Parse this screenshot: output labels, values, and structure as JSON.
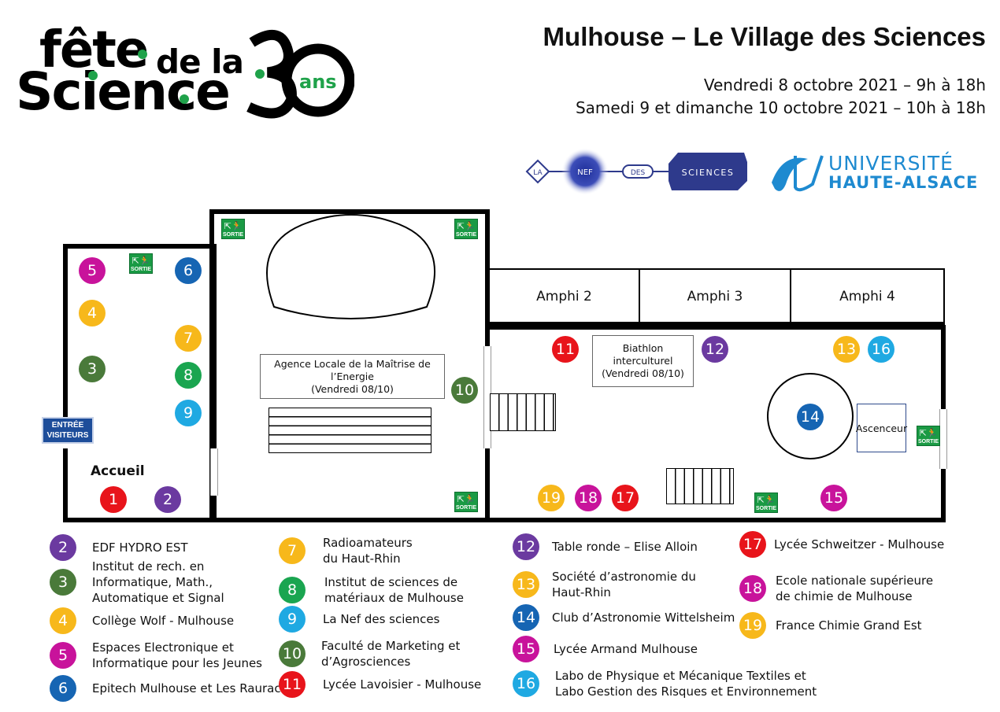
{
  "logo": {
    "line1": "fête",
    "line1b": "de la",
    "line2": "Science",
    "big_number": "30",
    "ans": "ans"
  },
  "header": {
    "title": "Mulhouse – Le Village des Sciences",
    "date1": "Vendredi 8 octobre 2021 – 9h à 18h",
    "date2": "Samedi 9 et dimanche 10 octobre 2021 – 10h à 18h"
  },
  "partners": {
    "nef": {
      "la": "LA",
      "nef": "NEF",
      "des": "DES",
      "sciences": "SCIENCES"
    },
    "uha": {
      "line1": "UNIVERSITÉ",
      "line2": "HAUTE-ALSACE"
    }
  },
  "plan": {
    "entrance": "ENTRÉE\nVISITEURS",
    "accueil": "Accueil",
    "sortie": "SORTIE",
    "ale_box": {
      "line1": "Agence Locale de la Maîtrise de l’Energie",
      "line2": "(Vendredi 08/10)"
    },
    "biathlon_box": {
      "line1": "Biathlon",
      "line2": "interculturel",
      "line3": "(Vendredi 08/10)"
    },
    "amphi2": "Amphi 2",
    "amphi3": "Amphi 3",
    "amphi4": "Amphi 4",
    "ascenseur": "Ascenceur",
    "stands": [
      "1",
      "2",
      "3",
      "4",
      "5",
      "6",
      "7",
      "8",
      "9",
      "10",
      "11",
      "12",
      "13",
      "14",
      "15",
      "16",
      "17",
      "18",
      "19"
    ]
  },
  "colors": {
    "red": "#e8141b",
    "purple": "#6b3aa0",
    "green": "#4a7a3a",
    "yellow": "#f7b81b",
    "magenta": "#c8139b",
    "blue": "#1665b3",
    "bright_green": "#1aa550",
    "cyan": "#1fa9e2",
    "logo_green": "#1fa24a",
    "nef_navy": "#2e3a8c",
    "uha_blue": "#1e8ad0"
  },
  "legend": [
    {
      "num": "2",
      "text": "EDF HYDRO EST"
    },
    {
      "num": "3",
      "text": "Institut de rech. en\nInformatique, Math.,\nAutomatique et Signal"
    },
    {
      "num": "4",
      "text": "Collège Wolf - Mulhouse"
    },
    {
      "num": "5",
      "text": "Espaces Electronique et\nInformatique pour les Jeunes"
    },
    {
      "num": "6",
      "text": "Epitech Mulhouse et Les Rauraci"
    },
    {
      "num": "7",
      "text": "Radioamateurs\ndu Haut-Rhin"
    },
    {
      "num": "8",
      "text": "Institut de sciences de\nmatériaux de Mulhouse"
    },
    {
      "num": "9",
      "text": "La Nef des sciences"
    },
    {
      "num": "10",
      "text": "Faculté de Marketing et\nd’Agrosciences"
    },
    {
      "num": "11",
      "text": "Lycée Lavoisier - Mulhouse"
    },
    {
      "num": "12",
      "text": "Table ronde – Elise Alloin"
    },
    {
      "num": "13",
      "text": "Société d’astronomie du\nHaut-Rhin"
    },
    {
      "num": "14",
      "text": "Club d’Astronomie Wittelsheim"
    },
    {
      "num": "15",
      "text": "Lycée Armand Mulhouse"
    },
    {
      "num": "16",
      "text": "Labo de Physique et Mécanique Textiles et\nLabo Gestion des Risques et Environnement"
    },
    {
      "num": "17",
      "text": "Lycée Schweitzer - Mulhouse"
    },
    {
      "num": "18",
      "text": "Ecole nationale supérieure\nde chimie de Mulhouse"
    },
    {
      "num": "19",
      "text": "France Chimie Grand Est"
    }
  ]
}
